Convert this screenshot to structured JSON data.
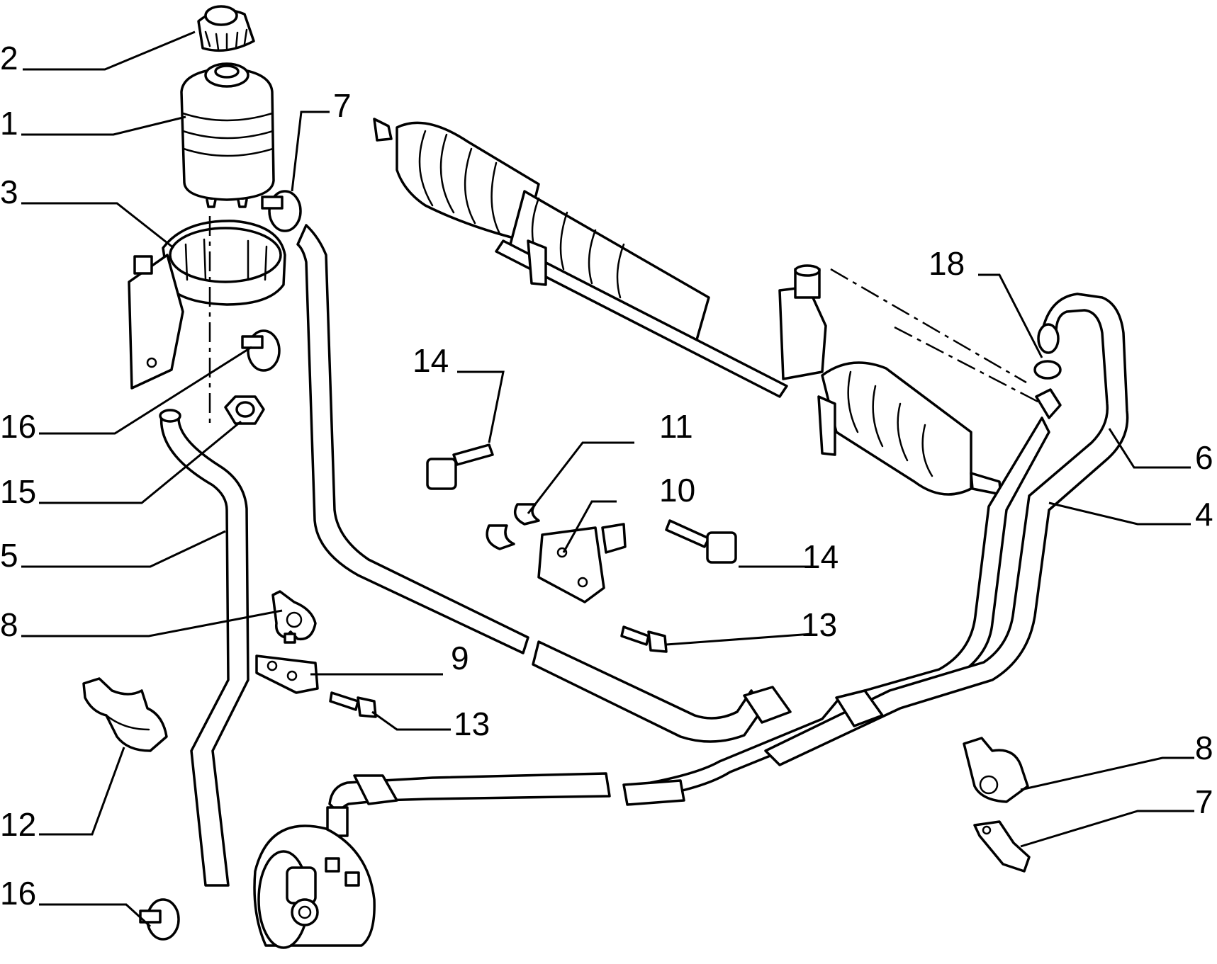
{
  "callouts": {
    "c1": "1",
    "c2": "2",
    "c3": "3",
    "c4": "4",
    "c5": "5",
    "c6": "6",
    "c7a": "7",
    "c7b": "7",
    "c8a": "8",
    "c8b": "8",
    "c9": "9",
    "c10": "10",
    "c11": "11",
    "c12": "12",
    "c13a": "13",
    "c13b": "13",
    "c14a": "14",
    "c14b": "14",
    "c15": "15",
    "c16a": "16",
    "c16b": "16",
    "c18": "18"
  }
}
